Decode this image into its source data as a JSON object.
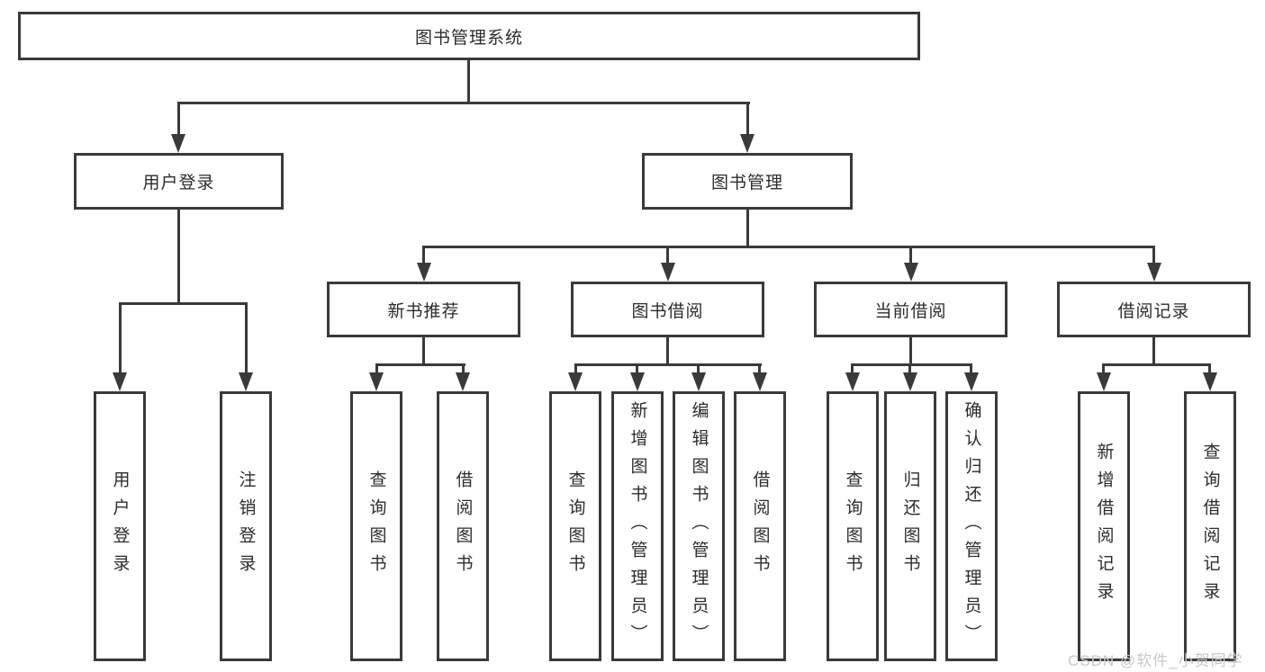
{
  "diagram": {
    "root_label": "图书管理系统",
    "level2": {
      "user_login": "用户登录",
      "book_mgmt": "图书管理"
    },
    "level3": {
      "new_books": "新书推荐",
      "book_borrow": "图书借阅",
      "current_borrow": "当前借阅",
      "borrow_records": "借阅记录"
    },
    "leaves": {
      "user_login": [
        "用户登录",
        "注销登录"
      ],
      "new_books": [
        "查询图书",
        "借阅图书"
      ],
      "book_borrow": [
        "查询图书",
        "新增图书（管理员）",
        "编辑图书（管理员）",
        "借阅图书"
      ],
      "current_borrow": [
        "查询图书",
        "归还图书",
        "确认归还（管理员）"
      ],
      "borrow_records": [
        "新增借阅记录",
        "查询借阅记录"
      ]
    }
  },
  "watermark": {
    "text": "CSDN @软件_小贺同学"
  },
  "colors": {
    "line": "#3a3a3a",
    "text": "#2c2c2c",
    "watermark": "#c8c8c8",
    "background": "#ffffff"
  }
}
